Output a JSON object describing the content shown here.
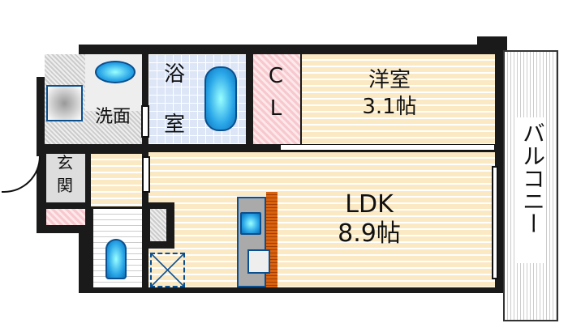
{
  "rooms": {
    "washroom": "洗面",
    "bath": [
      "浴",
      "室"
    ],
    "closet": [
      "C",
      "L"
    ],
    "western_room": {
      "name": "洋室",
      "size": "3.1帖"
    },
    "entrance": [
      "玄",
      "関"
    ],
    "ldk": {
      "name": "LDK",
      "size": "8.9帖"
    },
    "balcony": "バルコニー"
  },
  "colors": {
    "wall": "#1a1a1a",
    "floor": "#fbe9c4",
    "fixture": "#2aa6e8",
    "closet": "#f7c9cf"
  }
}
